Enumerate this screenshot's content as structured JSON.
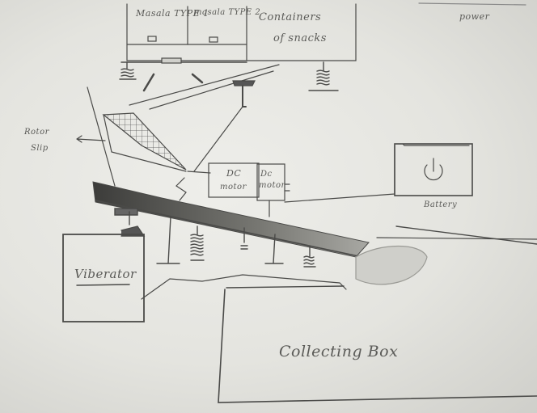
{
  "diagram": {
    "labels": {
      "masala_type_1": "Masala TYPE 1",
      "masala_type_2": "masala TYPE 2",
      "container_line1": "Containers",
      "container_line2": "of snacks",
      "power": "power",
      "rotor_slip_line1": "Rotor",
      "rotor_slip_line2": "Slip",
      "dc_motor_1_line1": "DC",
      "dc_motor_1_line2": "motor",
      "dc_motor_2_line1": "Dc",
      "dc_motor_2_line2": "motor",
      "battery": "Battery",
      "viberator": "Viberator",
      "collecting_box": "Collecting Box"
    },
    "battery_icon": "power-symbol-icon",
    "colors": {
      "paper": "#e6e6e1",
      "pencil": "#4a4a48",
      "shading": "#5a5a57"
    }
  }
}
